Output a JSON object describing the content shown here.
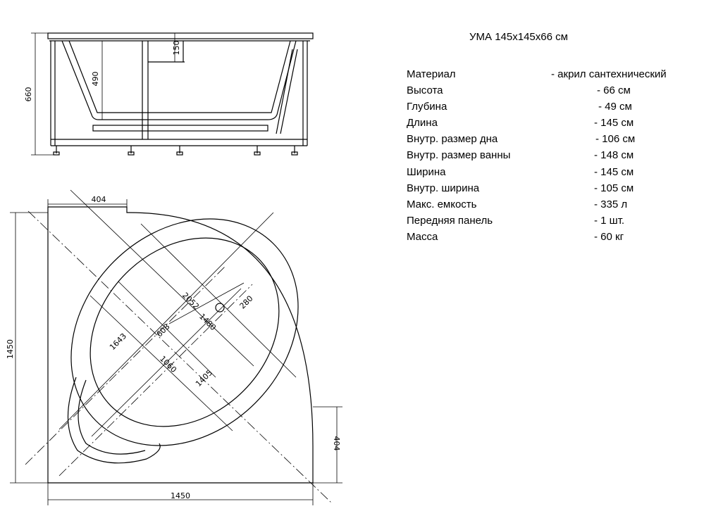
{
  "title": "УМА 145x145x66 см",
  "specs": [
    {
      "label": "Материал",
      "value": "- акрил сантехнический"
    },
    {
      "label": "Высота",
      "value": "- 66 см"
    },
    {
      "label": "Глубина",
      "value": "- 49 см"
    },
    {
      "label": "Длина",
      "value": "- 145 см"
    },
    {
      "label": "Внутр. размер дна",
      "value": "- 106 см"
    },
    {
      "label": "Внутр. размер ванны",
      "value": "- 148 см"
    },
    {
      "label": "Ширина",
      "value": "- 145 см"
    },
    {
      "label": "Внутр. ширина",
      "value": "- 105 см"
    },
    {
      "label": "Макс. емкость",
      "value": "- 335 л"
    },
    {
      "label": "Передняя панель",
      "value": "- 1 шт."
    },
    {
      "label": "Масса",
      "value": "-  60 кг"
    }
  ],
  "side_view": {
    "total_height": "660",
    "depth": "490",
    "rim": "150"
  },
  "top_view": {
    "width": "1450",
    "height": "1450",
    "top_offset": "404",
    "right_offset": "404",
    "dim_2052": "2052",
    "dim_280": "280",
    "dim_1480": "1480",
    "dim_1643": "1643",
    "dim_608": "608",
    "dim_1060": "1060",
    "dim_1405": "1405"
  }
}
